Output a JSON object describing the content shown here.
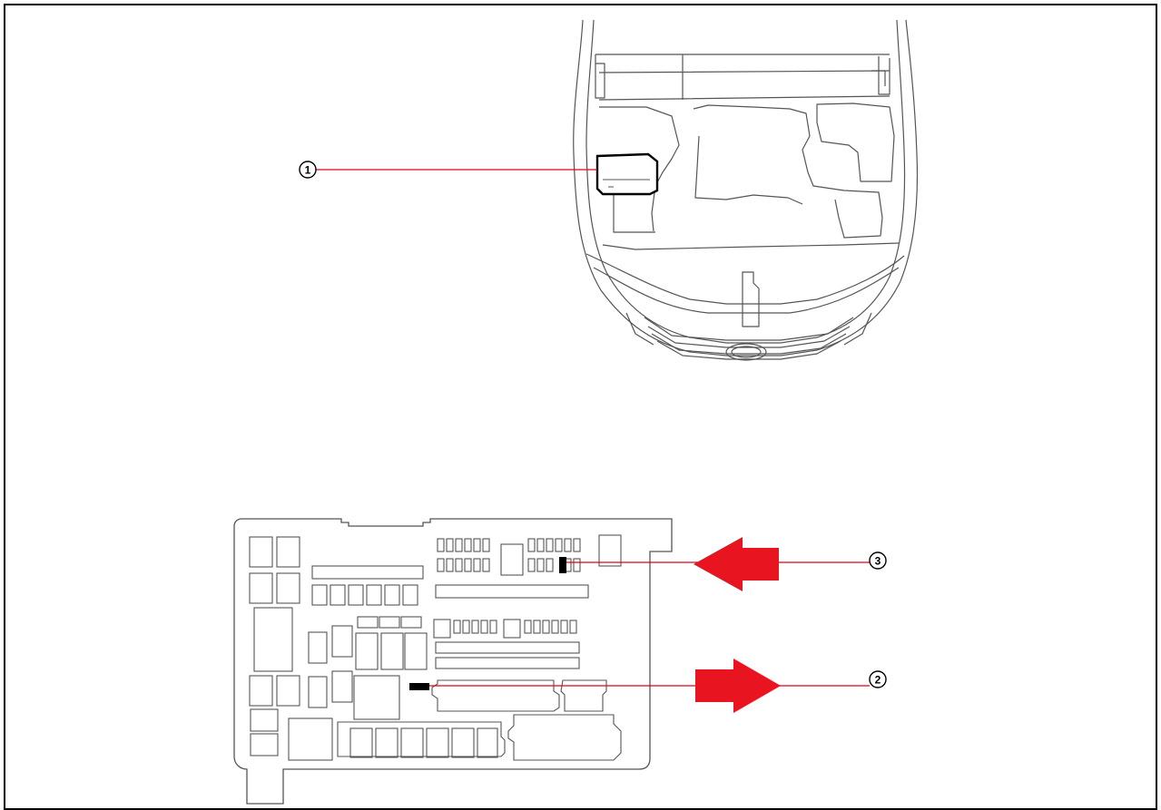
{
  "colors": {
    "line": "#555555",
    "callout_line": "#e0001b",
    "arrow_fill": "#e8141f",
    "fuse_black": "#000000"
  },
  "callouts": [
    {
      "number": "1"
    },
    {
      "number": "3"
    },
    {
      "number": "2"
    }
  ]
}
